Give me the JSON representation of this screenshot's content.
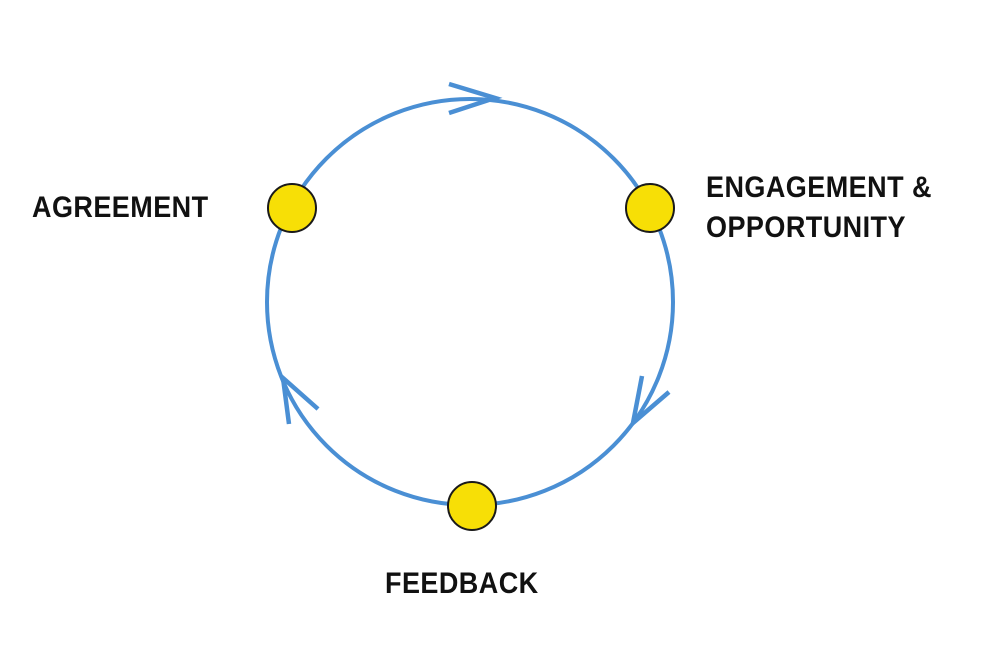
{
  "diagram": {
    "nodes": {
      "agreement": "AGREEMENT",
      "engagement_line1": "ENGAGEMENT &",
      "engagement_line2": "OPPORTUNITY",
      "feedback": "FEEDBACK"
    },
    "colors": {
      "cycle_line": "#4A8FD4",
      "node_fill": "#F7DF06",
      "node_stroke": "#1A1A1A",
      "label_text": "#111111",
      "background": "#FFFFFF"
    },
    "flow_direction": "clockwise"
  }
}
